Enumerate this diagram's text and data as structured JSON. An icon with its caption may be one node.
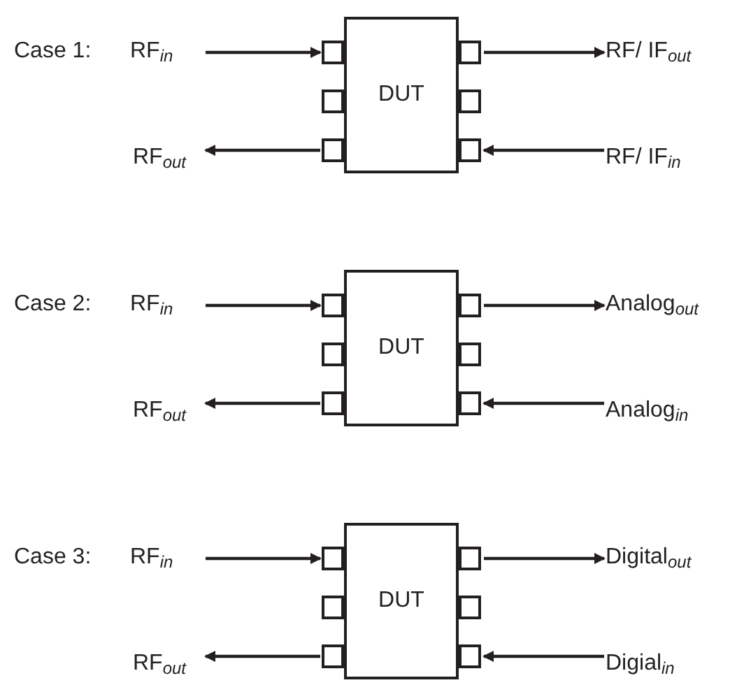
{
  "diagram": {
    "nodes": [
      {
        "text": [
          "RF$_{in}$"
        ]
      },
      {
        "text": [
          "DUT"
        ]
      },
      {
        "text": [],
        "shape": "box"
      },
      {
        "text": [],
        "shape": "box"
      },
      {
        "text": [
          "RF/ IF$_{out}$"
        ]
      },
      {
        "text": [],
        "shape": "box"
      },
      {
        "text": [],
        "shape": "box"
      },
      {
        "text": [
          "RF$_{out}$"
        ]
      },
      {
        "text": [],
        "shape": "box"
      },
      {
        "text": [],
        "shape": "box"
      },
      {
        "text": [
          "RF/ IF$_{in}$"
        ]
      },
      {
        "text": [
          "RF$_{in}$"
        ]
      },
      {
        "text": [
          "DUT"
        ]
      },
      {
        "text": [],
        "shape": "box"
      },
      {
        "text": [],
        "shape": "box"
      },
      {
        "text": [
          "Analog$_{out}$"
        ]
      },
      {
        "text": [],
        "shape": "box"
      },
      {
        "text": [],
        "shape": "box"
      },
      {
        "text": [
          "RF$_{out}$"
        ]
      },
      {
        "text": [],
        "shape": "box"
      },
      {
        "text": [],
        "shape": "box"
      },
      {
        "text": [
          "Analog$_{in}$"
        ]
      },
      {
        "text": [
          "RF$_{in}$"
        ]
      },
      {
        "text": [
          "DUT"
        ]
      },
      {
        "text": [],
        "shape": "box"
      },
      {
        "text": [],
        "shape": "box"
      },
      {
        "text": [
          "Digital$_{out}$"
        ]
      },
      {
        "text": [],
        "shape": "box"
      },
      {
        "text": [],
        "shape": "box"
      },
      {
        "text": [
          "RF$_{out}$"
        ]
      },
      {
        "text": [],
        "shape": "box"
      },
      {
        "text": [],
        "shape": "box"
      },
      {
        "text": [
          "Digial$_{in}$"
        ]
      }
    ],
    "edges": [
      {
        "from": 0,
        "to": 2,
        "arrow": "to"
      },
      {
        "from": 3,
        "to": 4,
        "arrow": "to"
      },
      {
        "from": 8,
        "to": 7,
        "arrow": "to"
      },
      {
        "from": 10,
        "to": 9,
        "arrow": "to"
      },
      {
        "from": 11,
        "to": 13,
        "arrow": "to"
      },
      {
        "from": 14,
        "to": 15,
        "arrow": "to"
      },
      {
        "from": 19,
        "to": 18,
        "arrow": "to"
      },
      {
        "from": 21,
        "to": 20,
        "arrow": "to"
      },
      {
        "from": 22,
        "to": 24,
        "arrow": "to"
      },
      {
        "from": 25,
        "to": 26,
        "arrow": "to"
      },
      {
        "from": 30,
        "to": 29,
        "arrow": "to"
      },
      {
        "from": 32,
        "to": 31,
        "arrow": "to"
      }
    ],
    "labels": [
      "Case 1:",
      "Case 2:",
      "Case 3:"
    ]
  }
}
